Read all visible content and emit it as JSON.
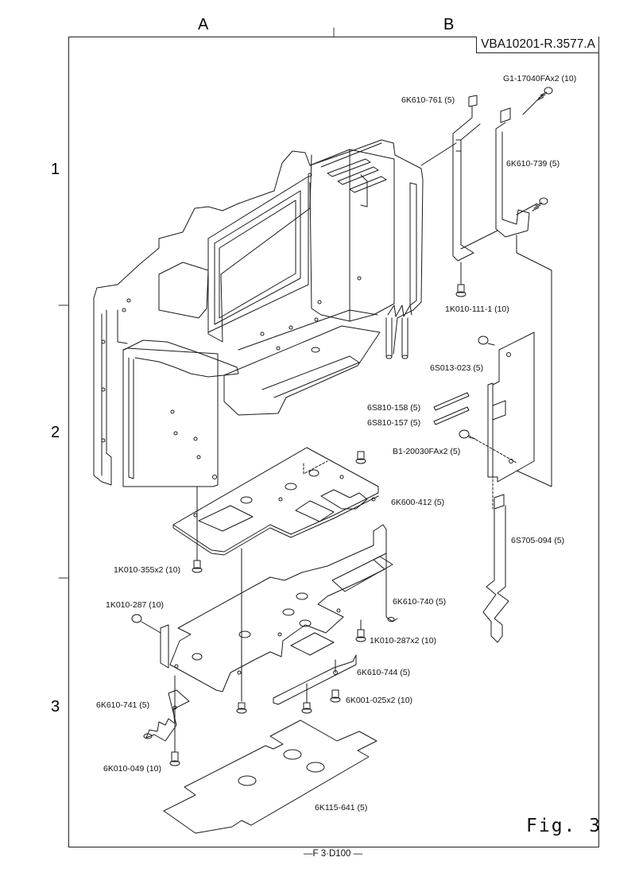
{
  "sheet": {
    "document_id": "VBA10201-R.3577.A",
    "figure_label": "Fig. 3",
    "footer": "—F 3·D100 —",
    "grid_columns": [
      "A",
      "B"
    ],
    "grid_rows": [
      "1",
      "2",
      "3"
    ]
  },
  "parts": [
    {
      "id": "p1",
      "label": "G1-17040FAx2 (10)",
      "type": "screw"
    },
    {
      "id": "p2",
      "label": "6K610-761 (5)",
      "type": "bracket"
    },
    {
      "id": "p3",
      "label": "6K610-739 (5)",
      "type": "bracket"
    },
    {
      "id": "p4",
      "label": "1K010-111-1 (10)",
      "type": "screw"
    },
    {
      "id": "p5",
      "label": "6S013-023 (5)",
      "type": "circuit-board"
    },
    {
      "id": "p6",
      "label": "6S810-158 (5)",
      "type": "pin"
    },
    {
      "id": "p7",
      "label": "6S810-157 (5)",
      "type": "pin"
    },
    {
      "id": "p8",
      "label": "B1-20030FAx2 (5)",
      "type": "screw"
    },
    {
      "id": "p9",
      "label": "6K600-412 (5)",
      "type": "plate"
    },
    {
      "id": "p10",
      "label": "6S705-094 (5)",
      "type": "flex-cable"
    },
    {
      "id": "p11",
      "label": "1K010-355x2 (10)",
      "type": "screw"
    },
    {
      "id": "p12",
      "label": "1K010-287 (10)",
      "type": "screw"
    },
    {
      "id": "p13",
      "label": "6K610-740 (5)",
      "type": "plate"
    },
    {
      "id": "p14",
      "label": "1K010-287x2 (10)",
      "type": "screw"
    },
    {
      "id": "p15",
      "label": "6K610-744 (5)",
      "type": "bracket"
    },
    {
      "id": "p16",
      "label": "6K001-025x2 (10)",
      "type": "screw"
    },
    {
      "id": "p17",
      "label": "6K610-741 (5)",
      "type": "bracket"
    },
    {
      "id": "p18",
      "label": "6K010-049 (10)",
      "type": "screw"
    },
    {
      "id": "p19",
      "label": "6K115-641 (5)",
      "type": "insulator-sheet"
    }
  ]
}
